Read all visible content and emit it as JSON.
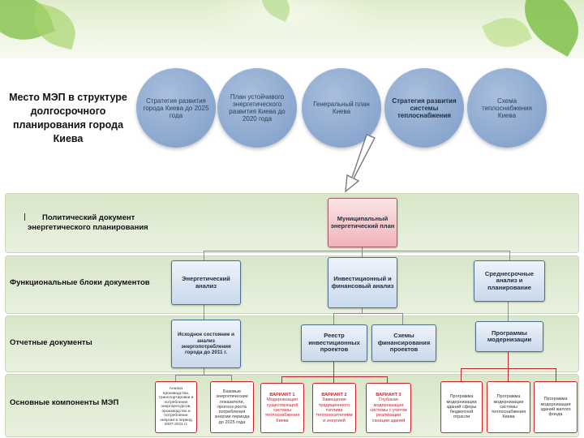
{
  "title": "Место МЭП в структуре долгосрочного планирования города Киева",
  "circles": [
    {
      "text": "Стратегия развития города Киева до 2025 года",
      "bold": false
    },
    {
      "text": "План устойчивого энергетического развития Киева до 2020 года",
      "bold": false
    },
    {
      "text": "Генеральный план Киева",
      "bold": false
    },
    {
      "text": "Стратегия развития системы теплоснабжения",
      "bold": true
    },
    {
      "text": "Схема теплоснабжения Киева",
      "bold": false
    }
  ],
  "rows": {
    "political_label_a": "Политический документ",
    "political_label_b": "энергетического планирования",
    "functional": "Функциональные блоки документов",
    "reporting": "Отчетные документы",
    "components": "Основные компоненты МЭП"
  },
  "boxes": {
    "mep": "Муниципальный энергетический план",
    "energy_analysis": "Энергетический анализ",
    "investment": "Инвестиционный и финансовый анализ",
    "midterm": "Среднесрочные анализ и планирование",
    "initial_state": "Исходное состояние и анализ энергопотребления города до 2011 г.",
    "registry": "Реестр инвестиционных проектов",
    "financing": "Схемы финансирования проектов",
    "modernization": "Программы модернизации"
  },
  "small_boxes": [
    {
      "variant": "",
      "text": "Анализ производства, транспортировки и потребления энергоресурсов, производство и потребление энергии в период 2007-2011 гг.",
      "red": false
    },
    {
      "variant": "",
      "text": "Базовые энергетические показатели, прогноз роста потребления энергии периода до 2025 года",
      "red": false
    },
    {
      "variant": "ВАРИАНТ 1",
      "text": "Модернизация существующей системы теплоснабжения Киева",
      "red": true
    },
    {
      "variant": "ВАРИАНТ 2",
      "text": "Замещение традиционного топлива теплоносителями и энергией",
      "red": true
    },
    {
      "variant": "ВАРИАНТ 3",
      "text": "Глубокая модернизация системы с учетом реализации санации зданий",
      "red": true
    },
    {
      "variant": "",
      "text": "Программа модернизации зданий сферы бюджетной отрасли",
      "red": false
    },
    {
      "variant": "",
      "text": "Программа модернизации системы теплоснабжения Киева",
      "red": false
    },
    {
      "variant": "",
      "text": "Программа модернизации зданий жилого фонда",
      "red": false
    }
  ]
}
